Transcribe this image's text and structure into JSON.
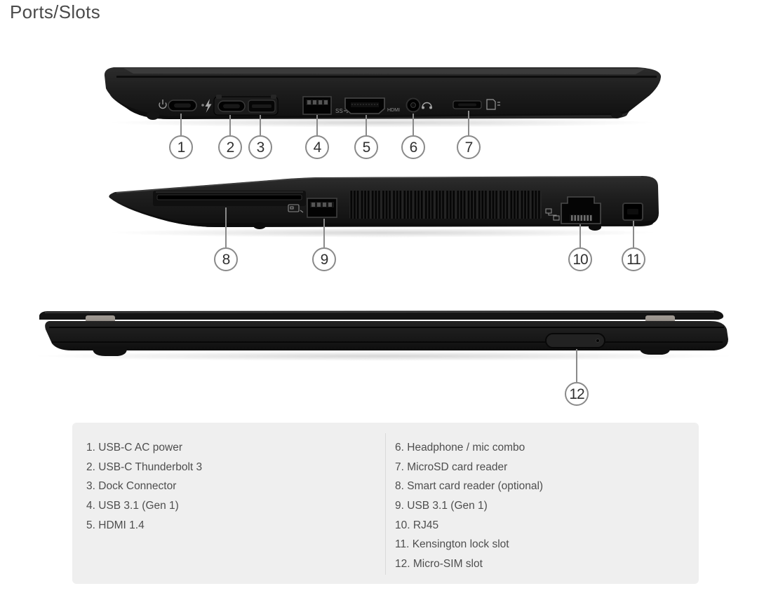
{
  "page": {
    "title": "Ports/Slots"
  },
  "views": [
    {
      "name": "left-side-view",
      "callouts": [
        "1",
        "2",
        "3",
        "4",
        "5",
        "6",
        "7"
      ]
    },
    {
      "name": "right-side-view",
      "callouts": [
        "8",
        "9",
        "10",
        "11"
      ]
    },
    {
      "name": "rear-view",
      "callouts": [
        "12"
      ]
    }
  ],
  "port_markings": {
    "hdmi": "HDMI",
    "superspeed": "SS"
  },
  "icons": {
    "power": "power-icon",
    "thunderbolt": "thunderbolt-icon",
    "headphone": "headphone-icon",
    "sd_card": "sd-card-icon",
    "smart_card": "smart-card-icon",
    "network": "network-icon"
  },
  "colors": {
    "laptop_black": "#1e1e1e",
    "hinge_gray": "#8d8781",
    "callout_border": "#8a8a8a",
    "legend_bg": "#efefef",
    "legend_text": "#4e4e4e"
  },
  "legend": {
    "columns": [
      {
        "items": [
          {
            "num": "1.",
            "label": "USB-C AC power"
          },
          {
            "num": "2.",
            "label": "USB-C Thunderbolt 3"
          },
          {
            "num": "3.",
            "label": "Dock Connector"
          },
          {
            "num": "4.",
            "label": "USB 3.1 (Gen 1)"
          },
          {
            "num": "5.",
            "label": "HDMI 1.4"
          }
        ]
      },
      {
        "items": [
          {
            "num": "6.",
            "label": "Headphone / mic combo"
          },
          {
            "num": "7.",
            "label": "MicroSD card reader"
          },
          {
            "num": "8.",
            "label": "Smart card reader (optional)"
          },
          {
            "num": "9.",
            "label": "USB 3.1 (Gen 1)"
          },
          {
            "num": "10.",
            "label": "RJ45"
          },
          {
            "num": "11.",
            "label": "Kensington lock slot"
          },
          {
            "num": "12.",
            "label": "Micro-SIM slot"
          }
        ]
      }
    ]
  }
}
